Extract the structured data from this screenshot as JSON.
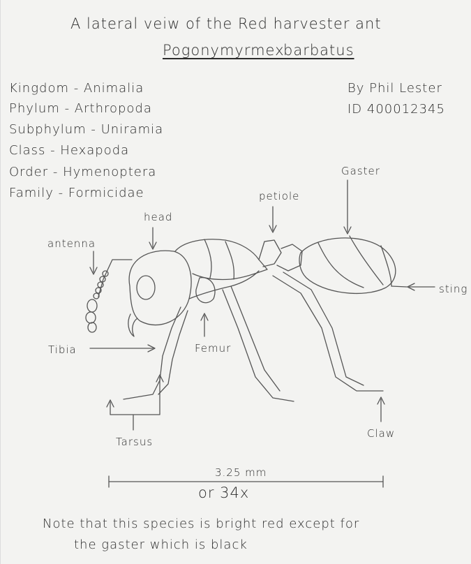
{
  "title": {
    "line1": "A lateral veiw of the Red harvester ant",
    "genus": "Pogonymyrmex",
    "species": "barbatus"
  },
  "taxonomy": [
    "Kingdom - Animalia",
    "Phylum - Arthropoda",
    "Subphylum - Uniramia",
    "Class - Hexapoda",
    "Order - Hymenoptera",
    "Family - Formicidae"
  ],
  "author": {
    "by": "By Phil Lester",
    "id": "ID 400012345"
  },
  "labels": {
    "gaster": "Gaster",
    "petiole": "petiole",
    "head": "head",
    "antenna": "antenna",
    "sting": "sting",
    "tibia": "Tibia",
    "femur": "Femur",
    "tarsus": "Tarsus",
    "claw": "Claw"
  },
  "scale": {
    "length": "3.25 mm",
    "magnification": "or 34x"
  },
  "note": {
    "line1": "Note that this species is bright red except for",
    "line2": "the gaster which is black"
  },
  "colors": {
    "paper": "#f3f3f1",
    "ink": "#2c2c2c"
  }
}
